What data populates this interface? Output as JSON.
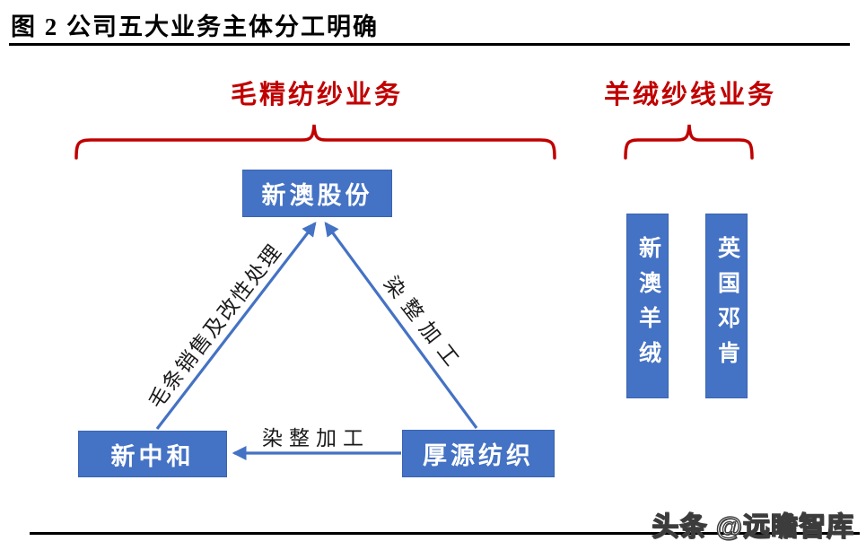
{
  "figure": {
    "title": "图 2 公司五大业务主体分工明确",
    "watermark": "头条 @远瞻智库"
  },
  "groups": [
    {
      "id": "worsted-yarn",
      "label": "毛精纺纱业务",
      "members": [
        "新澳股份",
        "新中和",
        "厚源纺织"
      ]
    },
    {
      "id": "cashmere-yarn",
      "label": "羊绒纱线业务",
      "members": [
        "新澳羊绒",
        "英国邓肯"
      ]
    }
  ],
  "nodes": {
    "parent": "新澳股份",
    "sub_left": "新中和",
    "sub_right": "厚源纺织",
    "cashmere_1": "新澳羊绒",
    "cashmere_2": "英国邓肯"
  },
  "edges": [
    {
      "from": "新中和",
      "to": "新澳股份",
      "label": "毛条销售及改性处理"
    },
    {
      "from": "厚源纺织",
      "to": "新澳股份",
      "label": "染整加工"
    },
    {
      "from": "厚源纺织",
      "to": "新中和",
      "label": "染整加工"
    }
  ],
  "colors": {
    "box_blue": "#4472C4",
    "arrow_blue": "#4472C4",
    "bracket_red": "#C00000",
    "title_black": "#000000",
    "watermark_fill": "#ffffff"
  }
}
